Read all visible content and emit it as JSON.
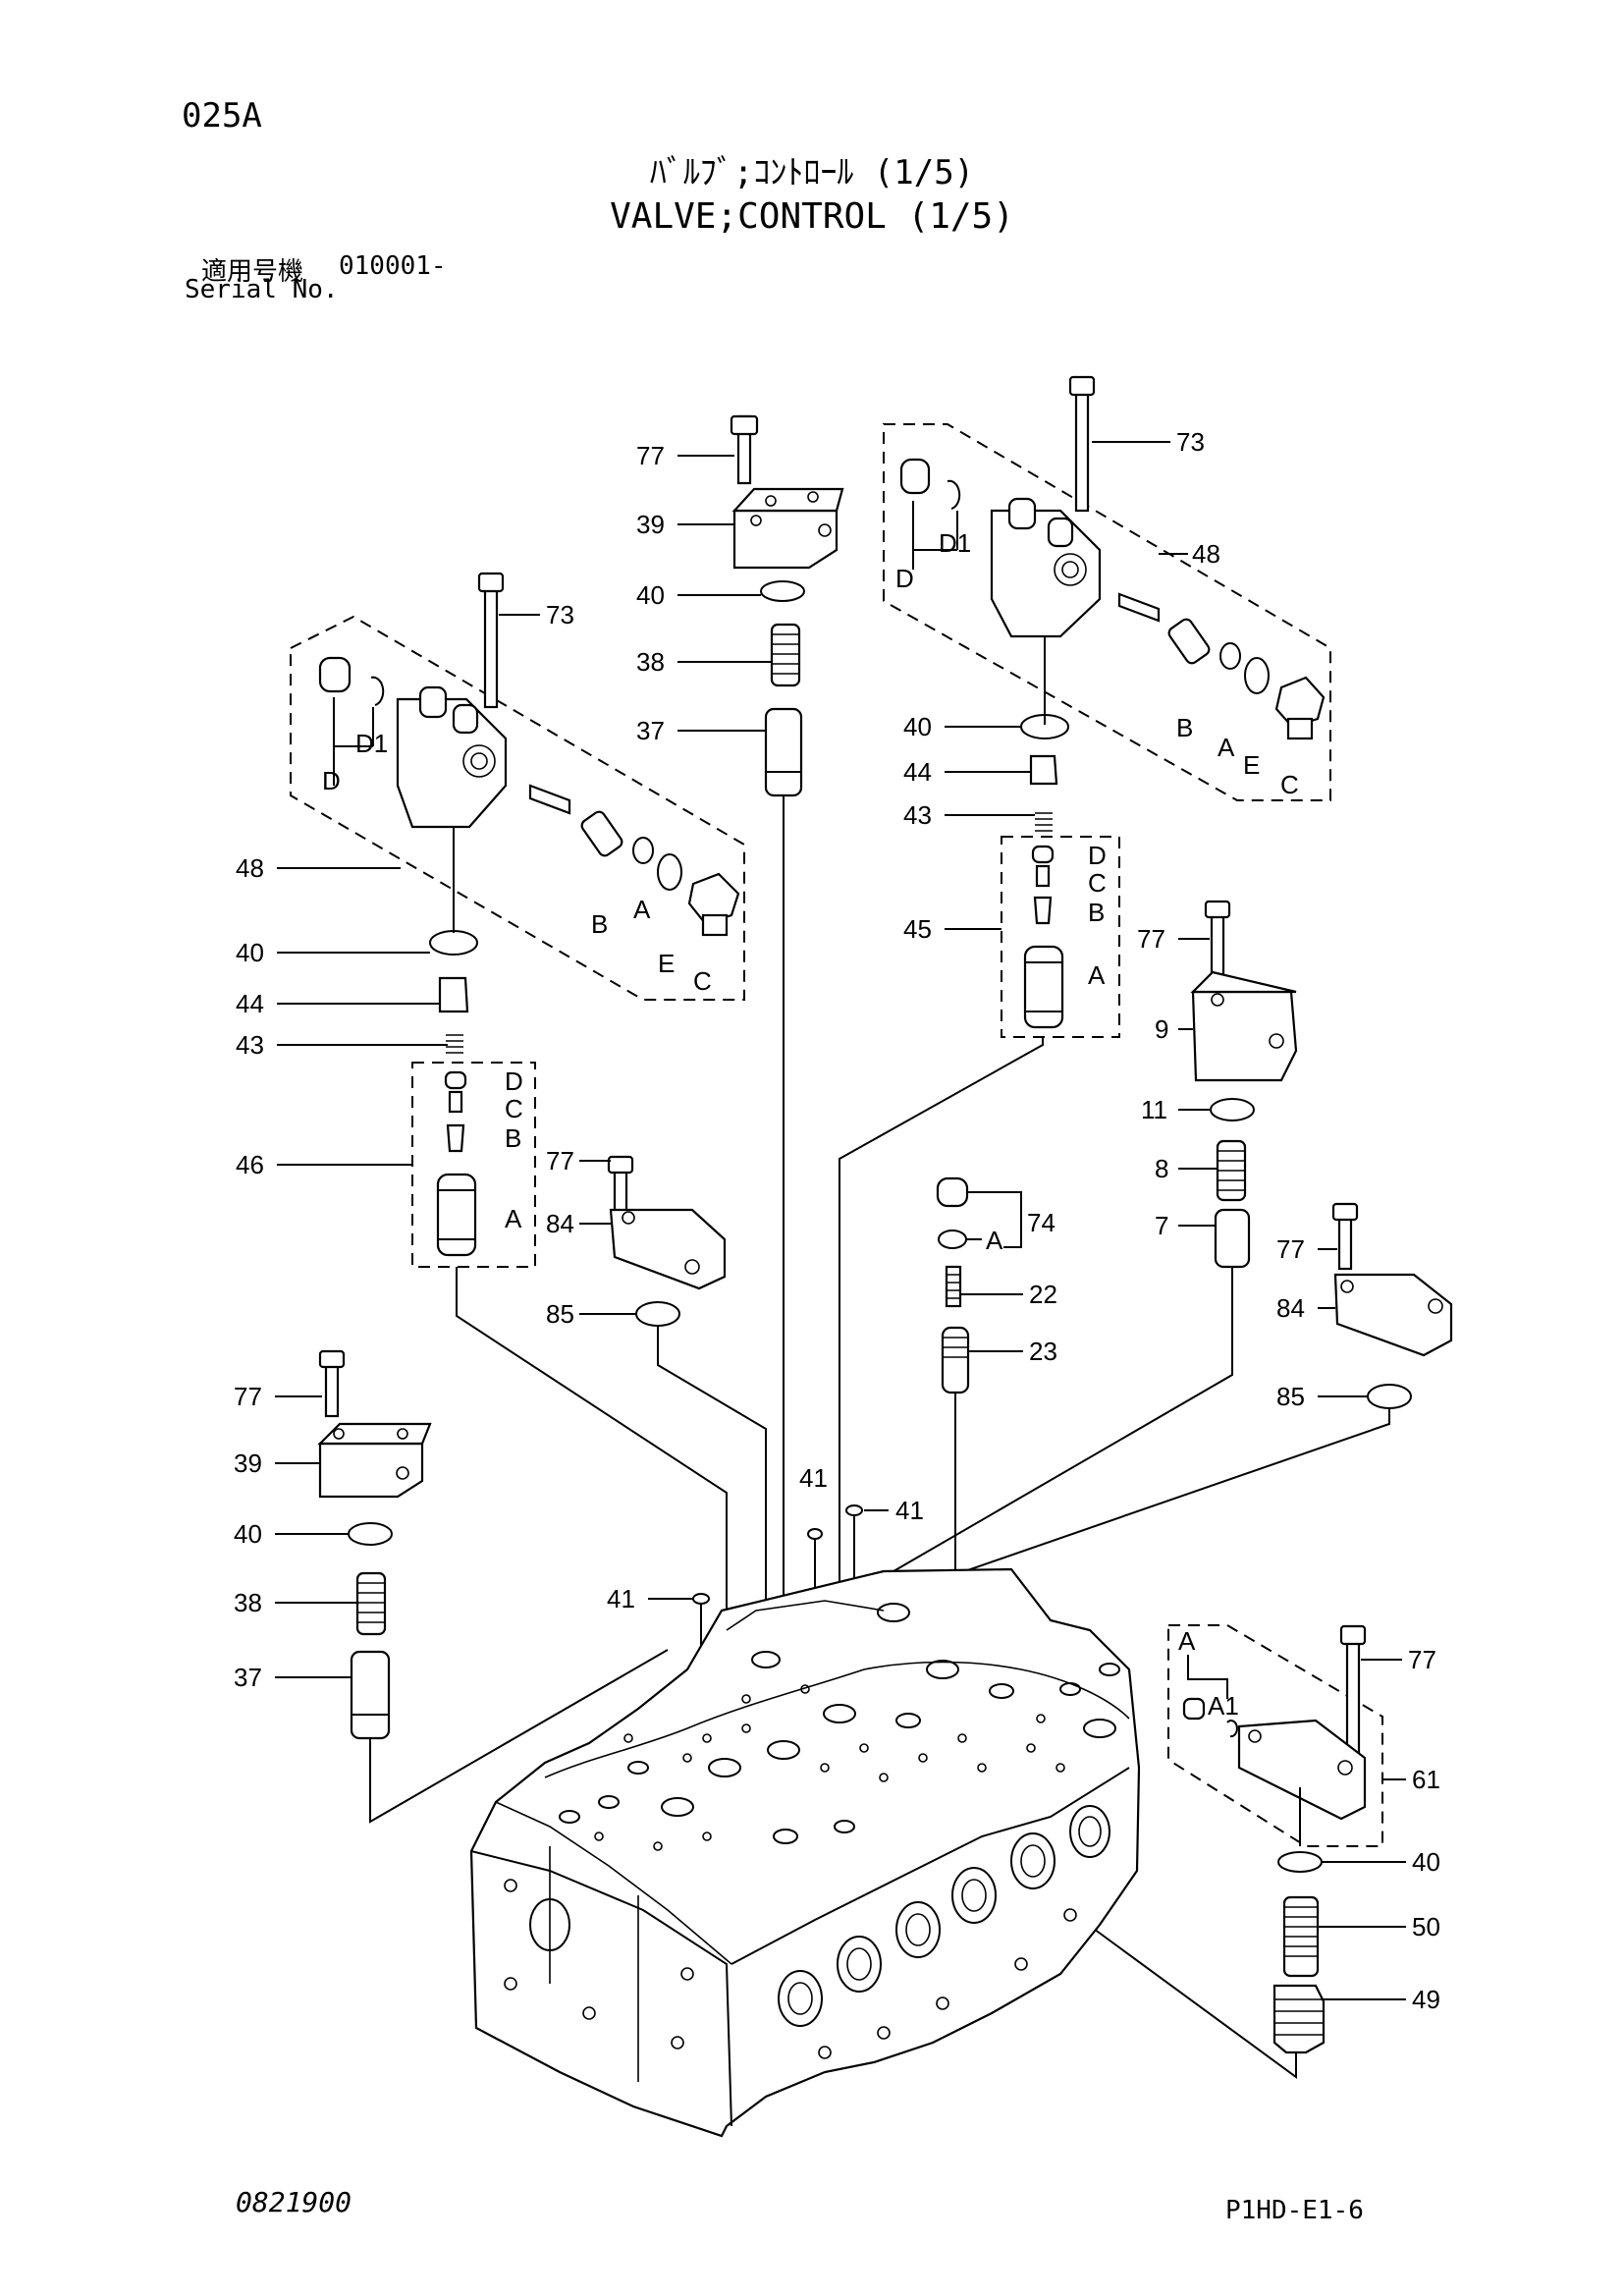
{
  "header": {
    "page_code": "025A",
    "title_jp": "ﾊﾞﾙﾌﾞ;ｺﾝﾄﾛｰﾙ (1/5)",
    "title_en": "VALVE;CONTROL (1/5)",
    "serial_label_jp": "適用号機",
    "serial_label_en": "Serial No.",
    "serial_range": "010001-"
  },
  "footer": {
    "drawing_no": "0821900",
    "sheet_code": "P1HD-E1-6"
  },
  "callouts": {
    "c77a": "77",
    "c39a": "39",
    "c40a": "40",
    "c38a": "38",
    "c37a": "37",
    "c73r": "73",
    "c48r": "48",
    "c73l": "73",
    "c48l": "48",
    "c40l": "40",
    "c44l": "44",
    "c43l": "43",
    "c46": "46",
    "c40r": "40",
    "c44r": "44",
    "c43r": "43",
    "c45": "45",
    "c77b": "77",
    "c84b": "84",
    "c85b": "85",
    "c77c": "77",
    "c9": "9",
    "c11": "11",
    "c8": "8",
    "c7": "7",
    "c74": "74",
    "c22": "22",
    "c23": "23",
    "c77d": "77",
    "c84d": "84",
    "c85d": "85",
    "c77e": "77",
    "c39e": "39",
    "c40e": "40",
    "c38e": "38",
    "c37e": "37",
    "c41a": "41",
    "c41b": "41",
    "c41c": "41",
    "c77f": "77",
    "c61": "61",
    "c40f": "40",
    "c50": "50",
    "c49": "49"
  },
  "sub_letters": {
    "l48_d": "D",
    "l48_d1": "D1",
    "l48_b": "B",
    "l48_a": "A",
    "l48_e": "E",
    "l48_c": "C",
    "r48_d": "D",
    "r48_d1": "D1",
    "r48_b": "B",
    "r48_a": "A",
    "r48_e": "E",
    "r48_c": "C",
    "l46_d": "D",
    "l46_c": "C",
    "l46_b": "B",
    "l46_a": "A",
    "r45_d": "D",
    "r45_c": "C",
    "r45_b": "B",
    "r45_a": "A",
    "l74_a": "A",
    "l61_a": "A",
    "l61_a1": "A1"
  }
}
